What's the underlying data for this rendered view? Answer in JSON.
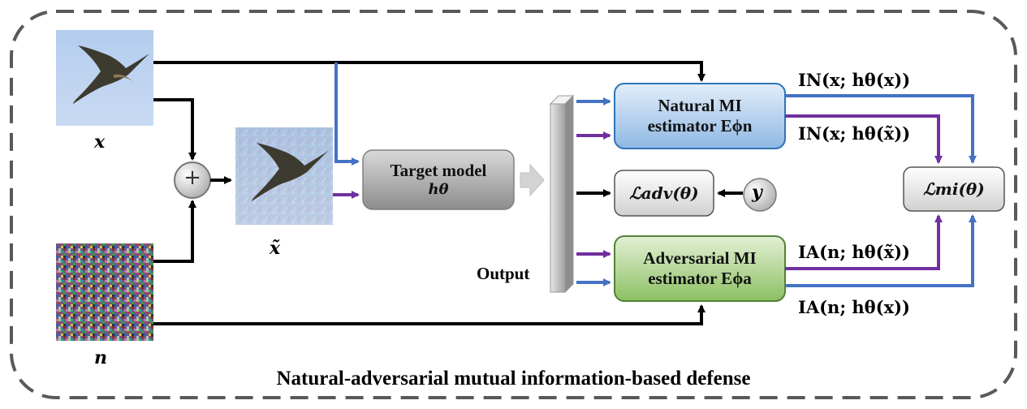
{
  "labels": {
    "x": "x",
    "x_adv": "x̃",
    "n": "n",
    "plus": "+",
    "output": "Output",
    "y": "y"
  },
  "boxes": {
    "target_model": {
      "line1": "Target model",
      "line2": "hθ"
    },
    "natural_mi": {
      "line1": "Natural MI",
      "line2": "estimator Eϕn"
    },
    "adversarial_mi": {
      "line1": "Adversarial MI",
      "line2": "estimator Eϕa"
    },
    "l_adv": "ℒadv(θ)",
    "l_mi": "ℒmi(θ)"
  },
  "equations": {
    "in_x_clean": "IN(x; hθ(x))",
    "in_x_adv": "IN(x; hθ(x̃))",
    "ia_adv": "IA(n; hθ(x̃))",
    "ia_clean": "IA(n; hθ(x))"
  },
  "title": "Natural-adversarial mutual information-based defense",
  "colors": {
    "blue_arrow": "#4472c4",
    "purple_arrow": "#7030a0",
    "black_arrow": "#000000",
    "natural_box": "#bdd7ee",
    "adversarial_box": "#a9d18e",
    "target_box": "#a6a6a6",
    "dashed_border": "#595959"
  }
}
